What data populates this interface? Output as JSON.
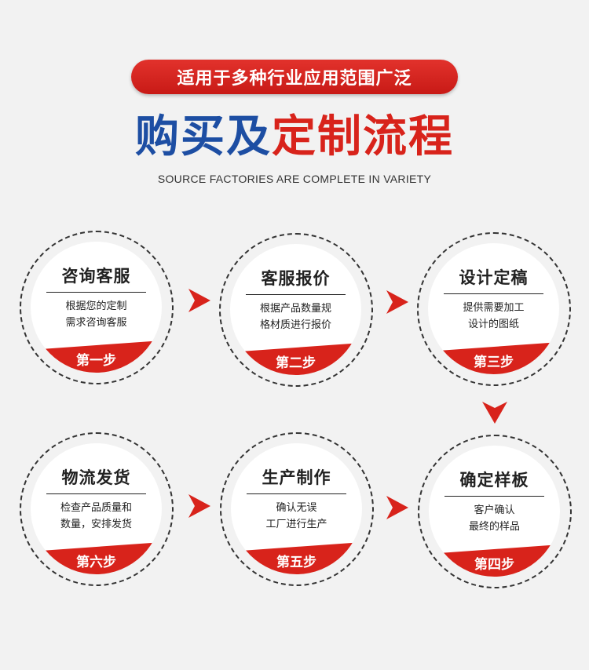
{
  "banner": {
    "text": "适用于多种行业应用范围广泛"
  },
  "title": {
    "part1": "购买及",
    "part2": "定制流程"
  },
  "subtitle": "SOURCE FACTORIES ARE COMPLETE IN VARIETY",
  "colors": {
    "accent": "#d8231b",
    "title_blue": "#1d4ea3",
    "background": "#f2f2f2"
  },
  "steps": [
    {
      "title": "咨询客服",
      "desc": [
        "根据您的定制",
        "需求咨询客服"
      ],
      "badge": "第一步"
    },
    {
      "title": "客服报价",
      "desc": [
        "根据产品数量规",
        "格材质进行报价"
      ],
      "badge": "第二步"
    },
    {
      "title": "设计定稿",
      "desc": [
        "提供需要加工",
        "设计的图纸"
      ],
      "badge": "第三步"
    },
    {
      "title": "确定样板",
      "desc": [
        "客户确认",
        "最终的样品"
      ],
      "badge": "第四步"
    },
    {
      "title": "生产制作",
      "desc": [
        "确认无误",
        "工厂进行生产"
      ],
      "badge": "第五步"
    },
    {
      "title": "物流发货",
      "desc": [
        "检查产品质量和",
        "数量，安排发货"
      ],
      "badge": "第六步"
    }
  ]
}
